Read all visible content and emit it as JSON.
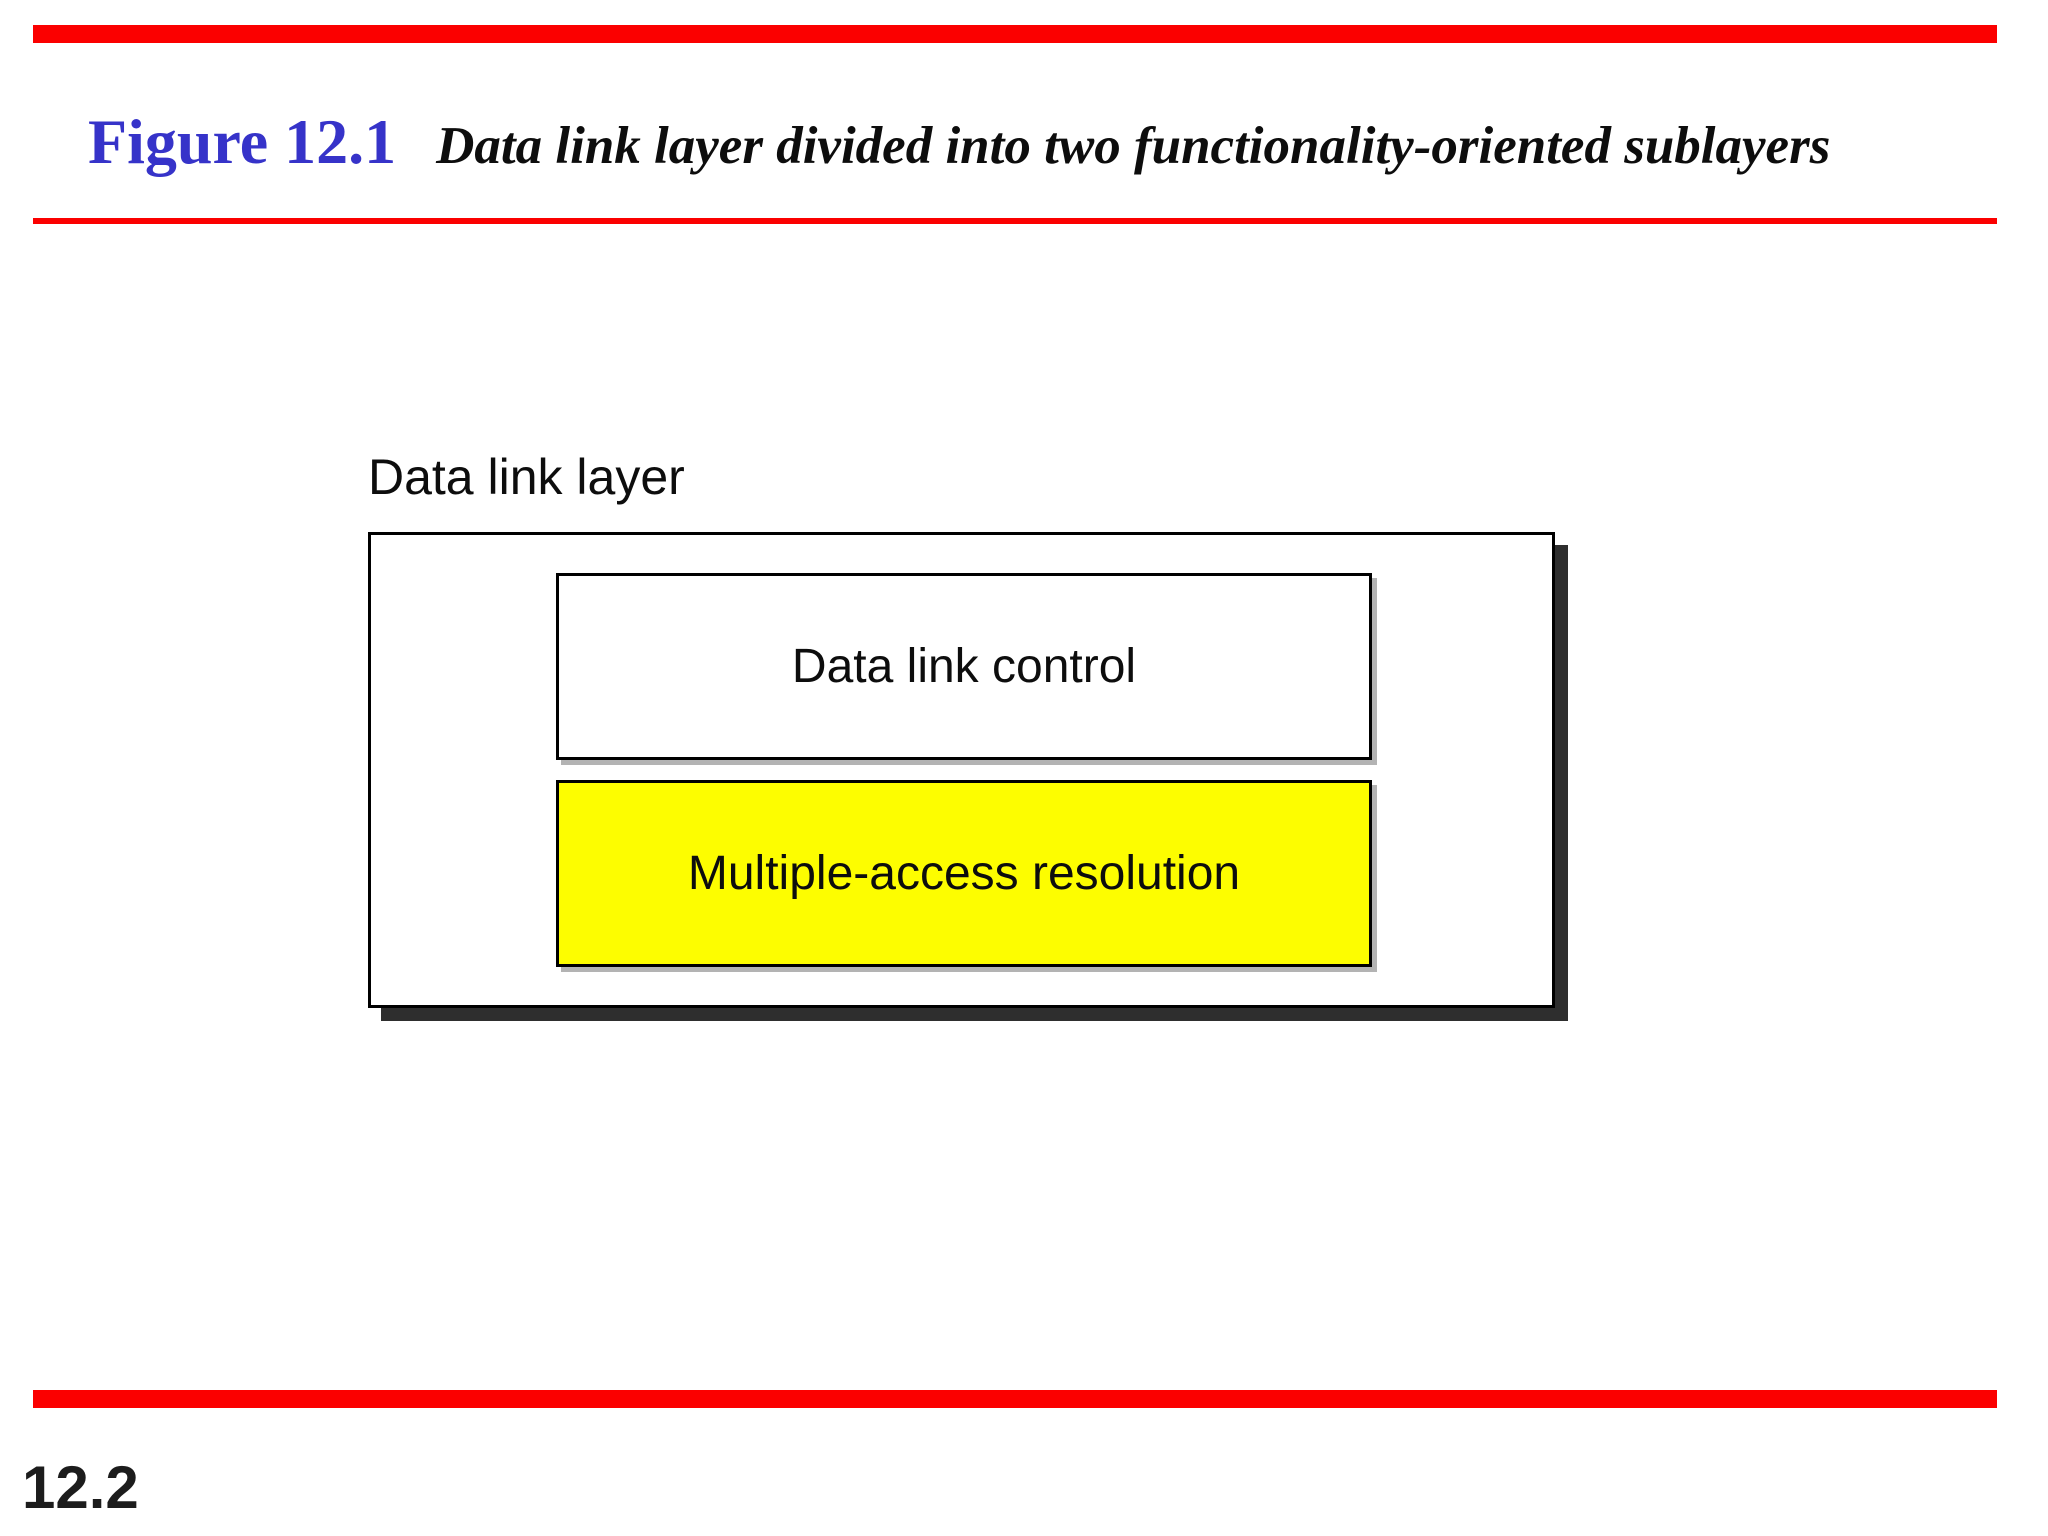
{
  "slide": {
    "title": {
      "figure_label": "Figure 12.1",
      "caption": "Data link layer divided into two functionality-oriented sublayers"
    },
    "page_number": "12.2"
  },
  "diagram": {
    "container_label": "Data link layer",
    "container": {
      "sublayers": [
        {
          "label": "Data link control",
          "fill": "#ffffff"
        },
        {
          "label": "Multiple-access resolution",
          "fill": "#fdfd00"
        }
      ]
    }
  },
  "colors": {
    "accent_red": "#fb0000",
    "title_blue": "#3633c9",
    "highlight_yellow": "#fdfd00",
    "box_border_black": "#000000",
    "outer_box_shadow": "#2e2e2e",
    "sublayer_shadow": "#b3b3b3"
  }
}
